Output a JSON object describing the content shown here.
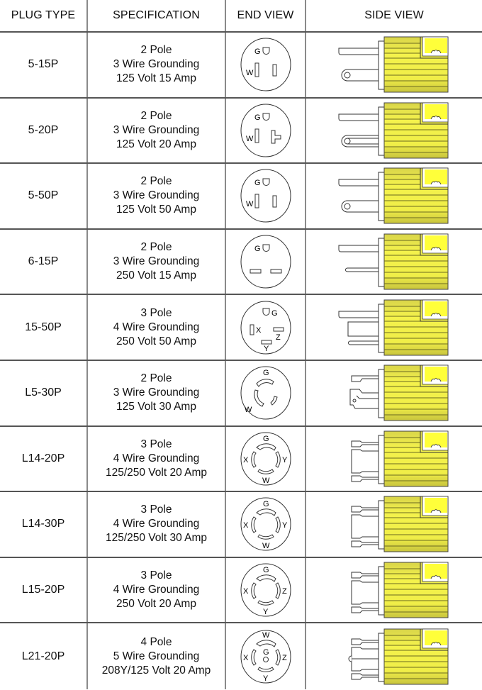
{
  "table": {
    "headers": {
      "plug_type": "PLUG TYPE",
      "specification": "SPECIFICATION",
      "end_view": "END VIEW",
      "side_view": "SIDE VIEW"
    },
    "rows": [
      {
        "plug_type": "5-15P",
        "poles": "2 Pole",
        "wires": "3 Wire Grounding",
        "rating": "125 Volt 15 Amp",
        "end_view_icon": "nema-5-15-end-icon",
        "side_view_icon": "nema-blade-round-ground-side-icon",
        "end_labels": [
          "G",
          "W"
        ]
      },
      {
        "plug_type": "5-20P",
        "poles": "2 Pole",
        "wires": "3 Wire Grounding",
        "rating": "125 Volt 20 Amp",
        "end_view_icon": "nema-5-20-end-icon",
        "side_view_icon": "nema-blade-round-ground-side-icon",
        "end_labels": [
          "G",
          "W"
        ]
      },
      {
        "plug_type": "5-50P",
        "poles": "2 Pole",
        "wires": "3 Wire Grounding",
        "rating": "125 Volt 50 Amp",
        "end_view_icon": "nema-5-50-end-icon",
        "side_view_icon": "nema-blade-round-ground-side-icon",
        "end_labels": [
          "G",
          "W"
        ]
      },
      {
        "plug_type": "6-15P",
        "poles": "2 Pole",
        "wires": "3 Wire Grounding",
        "rating": "250 Volt 15 Amp",
        "end_view_icon": "nema-6-15-end-icon",
        "side_view_icon": "nema-blade-flat-side-icon",
        "end_labels": [
          "G"
        ]
      },
      {
        "plug_type": "15-50P",
        "poles": "3 Pole",
        "wires": "4 Wire Grounding",
        "rating": "250 Volt 50 Amp",
        "end_view_icon": "nema-15-50-end-icon",
        "side_view_icon": "nema-blade-four-side-icon",
        "end_labels": [
          "G",
          "X",
          "Z",
          "Y"
        ]
      },
      {
        "plug_type": "L5-30P",
        "poles": "2 Pole",
        "wires": "3 Wire Grounding",
        "rating": "125 Volt 30 Amp",
        "end_view_icon": "locking-l5-30-end-icon",
        "side_view_icon": "locking-two-blade-side-icon",
        "end_labels": [
          "G",
          "W"
        ]
      },
      {
        "plug_type": "L14-20P",
        "poles": "3 Pole",
        "wires": "4 Wire Grounding",
        "rating": "125/250 Volt 20 Amp",
        "end_view_icon": "locking-l14-20-end-icon",
        "side_view_icon": "locking-three-blade-side-icon",
        "end_labels": [
          "G",
          "X",
          "Y",
          "W"
        ]
      },
      {
        "plug_type": "L14-30P",
        "poles": "3 Pole",
        "wires": "4 Wire Grounding",
        "rating": "125/250 Volt 30 Amp",
        "end_view_icon": "locking-l14-30-end-icon",
        "side_view_icon": "locking-three-blade-side-icon",
        "end_labels": [
          "G",
          "X",
          "Y",
          "W"
        ]
      },
      {
        "plug_type": "L15-20P",
        "poles": "3 Pole",
        "wires": "4 Wire Grounding",
        "rating": "250 Volt 20 Amp",
        "end_view_icon": "locking-l15-20-end-icon",
        "side_view_icon": "locking-three-blade-side-icon",
        "end_labels": [
          "G",
          "X",
          "Z",
          "Y"
        ]
      },
      {
        "plug_type": "L21-20P",
        "poles": "4 Pole",
        "wires": "5 Wire Grounding",
        "rating": "208Y/125 Volt 20 Amp",
        "end_view_icon": "locking-l21-20-end-icon",
        "side_view_icon": "locking-four-blade-side-icon",
        "end_labels": [
          "W",
          "G",
          "X",
          "Z",
          "Y"
        ]
      }
    ]
  },
  "colors": {
    "plug_body": "#f2f24a",
    "plug_body_dark": "#c9c640",
    "plug_highlight": "#ffff3a",
    "grid_line": "#555555",
    "outline": "#333333"
  }
}
